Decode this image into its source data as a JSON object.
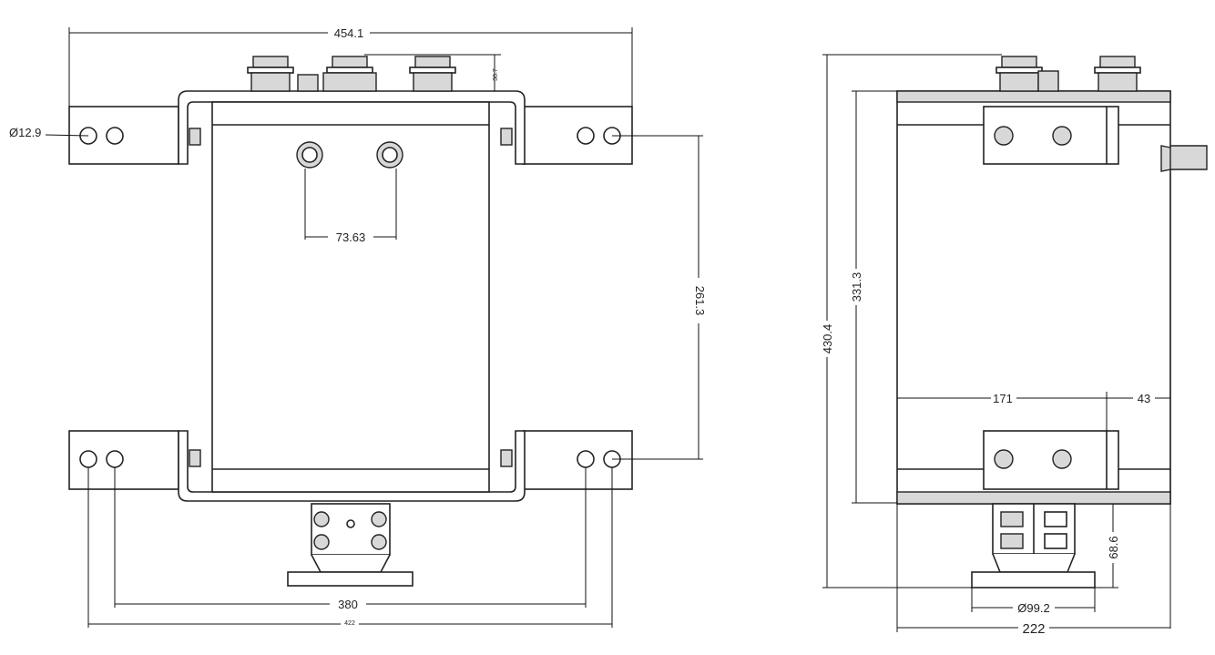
{
  "front_view": {
    "width_overall": "454.1",
    "gland_height": "30.7",
    "hole_diameter": "Ø12.9",
    "connector_spacing": "73.63",
    "vertical_hole_spacing": "261.3",
    "hole_spacing_inner": "380",
    "hole_spacing_outer": "422"
  },
  "side_view": {
    "height_overall": "430.4",
    "body_height": "331.3",
    "body_depth": "171",
    "offset": "43",
    "fitting_height": "68.6",
    "flange_diameter": "Ø99.2",
    "width_overall": "222"
  }
}
